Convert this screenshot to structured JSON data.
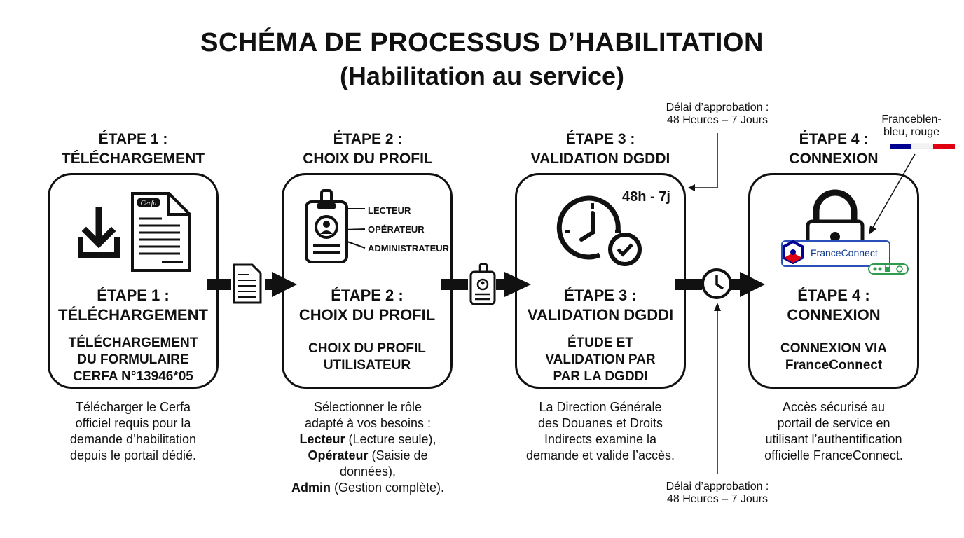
{
  "title": {
    "line1": "SCHÉMA DE PROCESSUS D’HABILITATION",
    "line2": "(Habilitation au service)"
  },
  "steps": [
    {
      "label": "ÉTAPE 1 :",
      "name": "TÉLÉCHARGEMENT",
      "box_label": "ÉTAPE 1 :",
      "box_name": "TÉLÉCHARGEMENT",
      "sub": [
        "TÉLÉCHARGEMENT",
        "DU FORMULAIRE",
        "CERFA N°13946*05"
      ],
      "desc": [
        "Télécharger le Cerfa",
        "officiel requis pour la",
        "demande d’habilitation",
        "depuis le portail dédié."
      ]
    },
    {
      "label": "ÉTAPE 2 :",
      "name": "CHOIX DU PROFIL",
      "box_label": "ÉTAPE 2 :",
      "box_name": "CHOIX DU PROFIL",
      "sub": [
        "CHOIX DU PROFIL",
        "UTILISATEUR"
      ],
      "desc_line1": "Sélectionner le rôle",
      "desc_line2": "adapté à vos besoins :",
      "roles": [
        {
          "name": "Lecteur",
          "detail": " (Lecture seule),",
          "cont": ""
        },
        {
          "name": "Opérateur",
          "detail": " (Saisie de",
          "cont": "données),"
        },
        {
          "name": "Admin",
          "detail": " (Gestion complète).",
          "cont": ""
        }
      ],
      "profile_options": [
        "LECTEUR",
        "OPÉRATEUR",
        "ADMINISTRATEUR"
      ]
    },
    {
      "label": "ÉTAPE 3 :",
      "name": "VALIDATION DGDDI",
      "box_label": "ÉTAPE 3 :",
      "box_name": "VALIDATION DGDDI",
      "sub": [
        "ÉTUDE ET",
        "VALIDATION PAR",
        "PAR LA DGDDI"
      ],
      "badge": "48h - 7j",
      "desc": [
        "La Direction Générale",
        "des Douanes et Droits",
        "Indirects examine la",
        "demande et valide l’accès."
      ]
    },
    {
      "label": "ÉTAPE 4 :",
      "name": "CONNEXION",
      "box_label": "ÉTAPE 4 :",
      "box_name": "CONNEXION",
      "sub": [
        "CONNEXION VIA",
        "FranceConnect"
      ],
      "brand": "FranceConnect",
      "desc": [
        "Accès sécurisé au",
        "portail de service en",
        "utilisant l’authentification",
        "officielle FranceConnect."
      ]
    }
  ],
  "cerfa_label": "Cerfa",
  "notes": {
    "delay_top": [
      "Délai d’approbation :",
      "48 Heures – 7 Jours"
    ],
    "delay_bottom": [
      "Délai d’approbation :",
      "48 Heures – 7 Jours"
    ],
    "flag": [
      "Franceblen-",
      "bleu, rouge"
    ]
  },
  "colors": {
    "ink": "#111111",
    "fc_blue": "#000091",
    "fc_red": "#e1000f",
    "fc_green": "#2e9b4f"
  }
}
